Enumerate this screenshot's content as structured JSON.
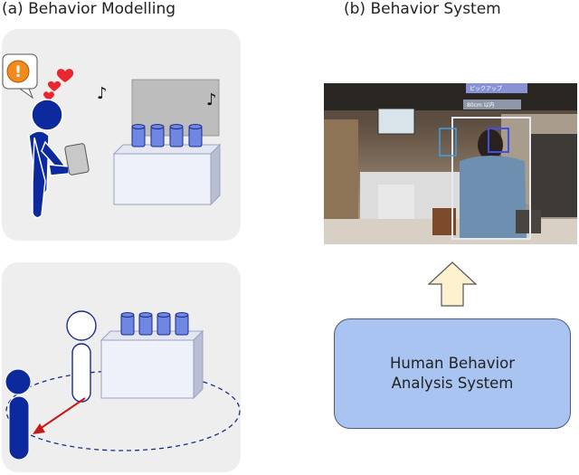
{
  "headings": {
    "a": "(a) Behavior Modelling",
    "b": "(b) Behavior System"
  },
  "icons": {
    "alert": "exclamation-icon",
    "hearts": "heart-icon",
    "note": "music-note-icon",
    "arrow": "up-arrow-icon"
  },
  "music_note": "♪",
  "alert_mark": "!",
  "photo_tags": {
    "pickup": "ピックアップ",
    "distance": "80cm 以内"
  },
  "system_box": {
    "line1": "Human Behavior",
    "line2": "Analysis System"
  },
  "colors": {
    "figure_blue": "#0c2a9e",
    "panel_gray": "#eeeeee",
    "box_fill": "#a9c4f0",
    "arrow_fill": "#fdf1cf",
    "red_arrow": "#c81818"
  }
}
